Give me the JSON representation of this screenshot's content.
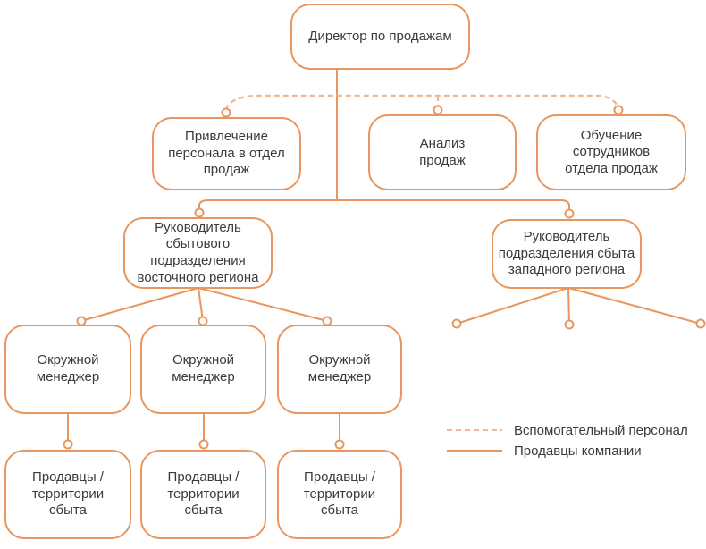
{
  "colors": {
    "solid_line": "#E8965E",
    "dashed_line": "#F1B78D",
    "text_color": "#3A3A3A",
    "node_bg": "#FFFFFF"
  },
  "nodes": {
    "director": {
      "label": "Директор по продажам"
    },
    "recruiting": {
      "label": "Привлечение\nперсонала в отдел\nпродаж"
    },
    "sales_analysis": {
      "label": "Анализ\nпродаж"
    },
    "training": {
      "label": "Обучение\nсотрудников\nотдела продаж"
    },
    "east_head": {
      "label": "Руководитель\nсбытового\nподразделения\nвосточного региона"
    },
    "west_head": {
      "label": "Руководитель\nподразделения сбыта\nзападного региона"
    },
    "district_manager": {
      "label": "Окружной\nменеджер"
    },
    "sellers": {
      "label": "Продавцы /\nтерритории\nсбыта"
    }
  },
  "legend": {
    "dashed_label": "Вспомогательный персонал",
    "solid_label": "Продавцы компании"
  }
}
